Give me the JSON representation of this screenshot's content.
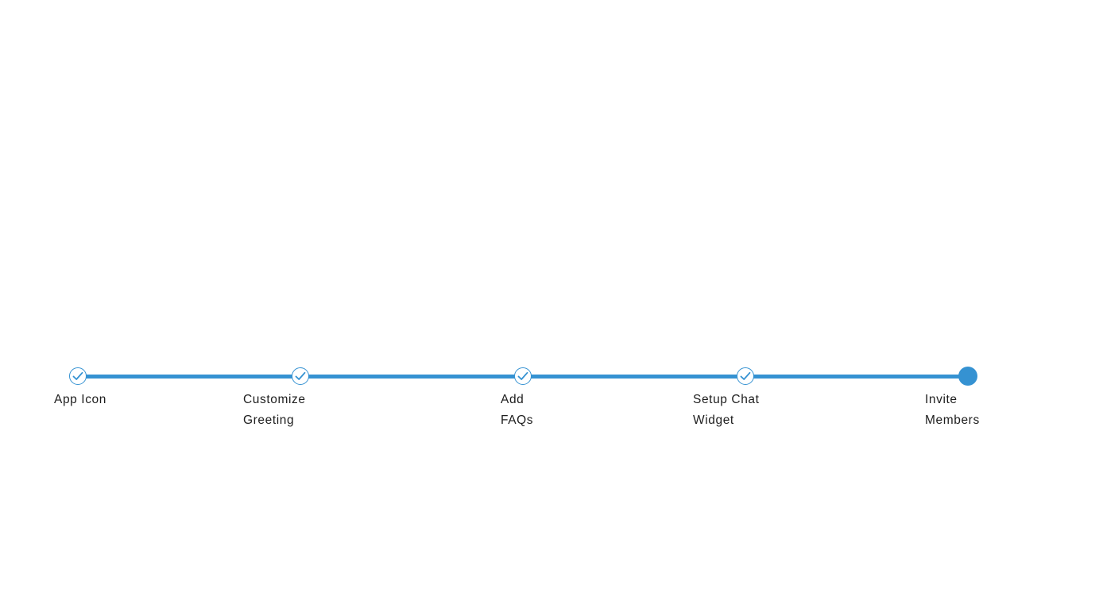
{
  "stepper": {
    "accent_color": "#3592d2",
    "steps": [
      {
        "label": "App Icon",
        "status": "completed",
        "icon": "check-icon"
      },
      {
        "label": "Customize\nGreeting",
        "status": "completed",
        "icon": "check-icon"
      },
      {
        "label": "Add\nFAQs",
        "status": "completed",
        "icon": "check-icon"
      },
      {
        "label": "Setup Chat\nWidget",
        "status": "completed",
        "icon": "check-icon"
      },
      {
        "label": "Invite\nMembers",
        "status": "current",
        "icon": "current-step-dot"
      }
    ]
  }
}
